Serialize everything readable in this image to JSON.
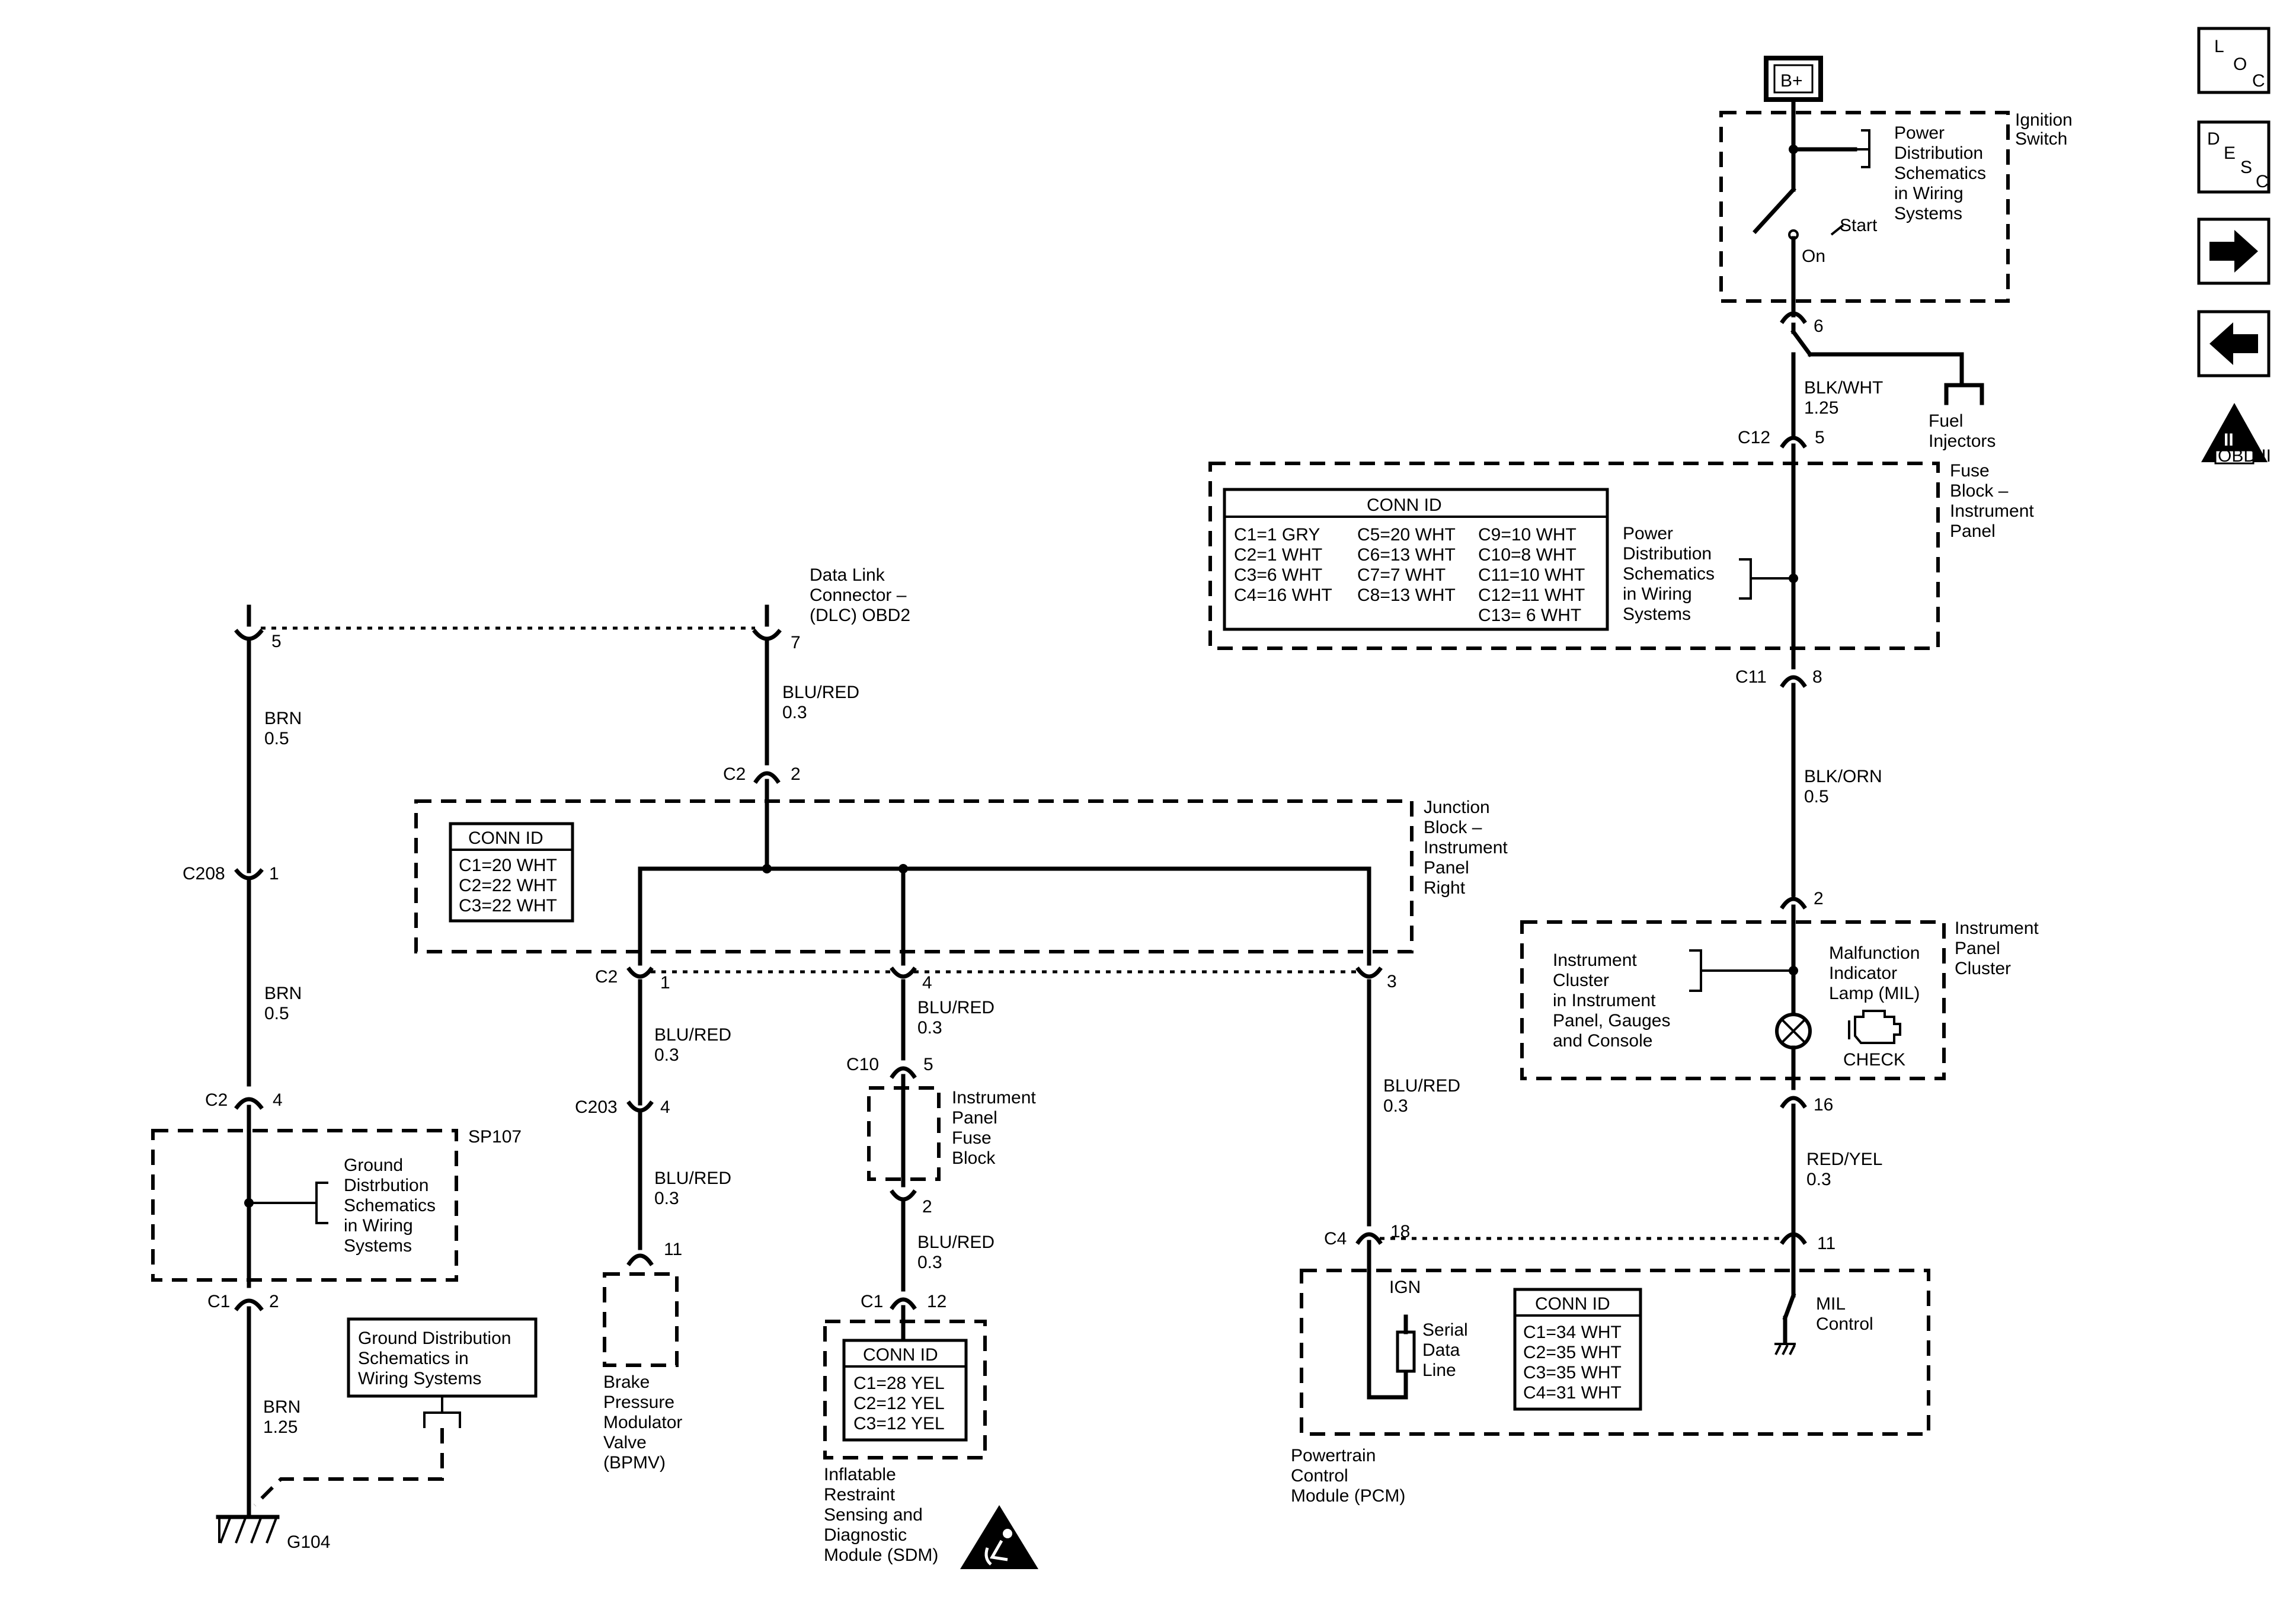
{
  "top_power": {
    "label": "B+"
  },
  "ignition_switch": {
    "name": [
      "Ignition",
      "Switch"
    ],
    "pds_ref": [
      "Power",
      "Distribution",
      "Schematics",
      "in Wiring",
      "Systems"
    ],
    "positions": {
      "start": "Start",
      "on": "On"
    },
    "pin": "6"
  },
  "fuel_injectors": [
    "Fuel",
    "Injectors"
  ],
  "wire_blk_wht": [
    "BLK/WHT",
    "1.25"
  ],
  "fuse_block_ip": {
    "name": [
      "Fuse",
      "Block –",
      "Instrument",
      "Panel"
    ],
    "in_connector": "C12",
    "in_pin": "5",
    "out_connector": "C11",
    "out_pin": "8",
    "conn_id_title": "CONN ID",
    "conn_id_rows": [
      [
        "C1=1 GRY",
        "C5=20 WHT",
        "C9=10 WHT"
      ],
      [
        "C2=1 WHT",
        "C6=13 WHT",
        "C10=8 WHT"
      ],
      [
        "C3=6 WHT",
        "C7=7 WHT",
        "C11=10 WHT"
      ],
      [
        "C4=16 WHT",
        "C8=13 WHT",
        "C12=11 WHT"
      ],
      [
        "",
        "",
        "C13= 6 WHT"
      ]
    ],
    "pds_ref": [
      "Power",
      "Distribution",
      "Schematics",
      "in Wiring",
      "Systems"
    ]
  },
  "wire_blk_orn": [
    "BLK/ORN",
    "0.5"
  ],
  "ipc": {
    "name": [
      "Instrument",
      "Panel",
      "Cluster"
    ],
    "in_pin": "2",
    "out_pin": "16",
    "ref": [
      "Instrument",
      "Cluster",
      "in Instrument",
      "Panel, Gauges",
      "and Console"
    ],
    "mil": [
      "Malfunction",
      "Indicator",
      "Lamp (MIL)"
    ],
    "check": "CHECK"
  },
  "wire_red_yel": [
    "RED/YEL",
    "0.3"
  ],
  "dlc": {
    "name": [
      "Data Link",
      "Connector –",
      "(DLC) OBD2"
    ],
    "pin_left": "5",
    "pin_right": "7"
  },
  "wire_brn_1": [
    "BRN",
    "0.5"
  ],
  "wire_brn_2": [
    "BRN",
    "0.5"
  ],
  "wire_brn_3": [
    "BRN",
    "1.25"
  ],
  "wire_dlc_blu_red": [
    "BLU/RED",
    "0.3"
  ],
  "c208": {
    "connector": "C208",
    "pin": "1"
  },
  "c2_brn": {
    "connector": "C2",
    "pin": "4"
  },
  "c1_brn": {
    "connector": "C1",
    "pin": "2"
  },
  "sp107": {
    "name": "SP107",
    "ref": [
      "Ground",
      "Distrbution",
      "Schematics",
      "in Wiring",
      "Systems"
    ]
  },
  "ground_ref": [
    "Ground Distribution",
    "Schematics in",
    "Wiring Systems"
  ],
  "g104": "G104",
  "junction_block": {
    "name": [
      "Junction",
      "Block –",
      "Instrument",
      "Panel",
      "Right"
    ],
    "in_connector": "C2",
    "in_pin": "2",
    "out_connector": "C2",
    "out_pins": [
      "1",
      "4",
      "3"
    ],
    "conn_id_title": "CONN ID",
    "conn_id_rows": [
      "C1=20 WHT",
      "C2=22 WHT",
      "C3=22 WHT"
    ]
  },
  "wire_jb_1": [
    "BLU/RED",
    "0.3"
  ],
  "wire_jb_2": [
    "BLU/RED",
    "0.3"
  ],
  "wire_jb_3": [
    "BLU/RED",
    "0.3"
  ],
  "c203": {
    "connector": "C203",
    "pin": "4"
  },
  "wire_c203": [
    "BLU/RED",
    "0.3"
  ],
  "bpmv": {
    "pin": "11",
    "name": [
      "Brake",
      "Pressure",
      "Modulator",
      "Valve",
      "(BPMV)"
    ]
  },
  "c10": {
    "connector": "C10",
    "pin_in": "5",
    "pin_out": "2"
  },
  "ip_fuse_block": [
    "Instrument",
    "Panel",
    "Fuse",
    "Block"
  ],
  "wire_c10": [
    "BLU/RED",
    "0.3"
  ],
  "sdm": {
    "connector": "C1",
    "pin": "12",
    "conn_id_title": "CONN ID",
    "conn_id_rows": [
      "C1=28 YEL",
      "C2=12 YEL",
      "C3=12 YEL"
    ],
    "name": [
      "Inflatable",
      "Restraint",
      "Sensing and",
      "Diagnostic",
      "Module (SDM)"
    ]
  },
  "pcm": {
    "connector": "C4",
    "pin_ign": "18",
    "pin_mil": "11",
    "ign": "IGN",
    "serial": [
      "Serial",
      "Data",
      "Line"
    ],
    "mil_control": [
      "MIL",
      "Control"
    ],
    "conn_id_title": "CONN ID",
    "conn_id_rows": [
      "C1=34 WHT",
      "C2=35 WHT",
      "C3=35 WHT",
      "C4=31 WHT"
    ],
    "name": [
      "Powertrain",
      "Control",
      "Module (PCM)"
    ]
  },
  "nav": {
    "loc": [
      "L",
      "O",
      "C"
    ],
    "desc": [
      "D",
      "E",
      "S",
      "C"
    ],
    "obd": "OBD II",
    "obd_mark": "II"
  }
}
